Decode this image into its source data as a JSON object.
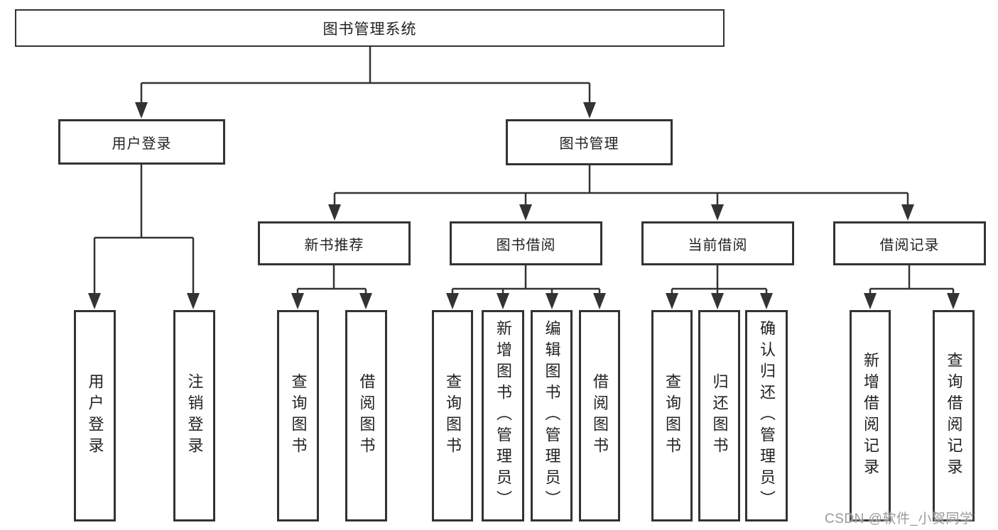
{
  "diagram": {
    "type": "hierarchy-tree",
    "colors": {
      "line": "#333333",
      "text": "#222222",
      "background": "#ffffff",
      "watermark": "#9a9a9a"
    },
    "nodes": {
      "root": {
        "label": "图书管理系统"
      },
      "level2": [
        {
          "label": "用户登录"
        },
        {
          "label": "图书管理"
        }
      ],
      "level3": [
        {
          "label": "新书推荐"
        },
        {
          "label": "图书借阅"
        },
        {
          "label": "当前借阅"
        },
        {
          "label": "借阅记录"
        }
      ],
      "leaves": [
        {
          "label": "用户登录"
        },
        {
          "label": "注销登录"
        },
        {
          "label": "查询图书"
        },
        {
          "label": "借阅图书"
        },
        {
          "label": "查询图书"
        },
        {
          "label": "新增图书（管理员）"
        },
        {
          "label": "编辑图书（管理员）"
        },
        {
          "label": "借阅图书"
        },
        {
          "label": "查询图书"
        },
        {
          "label": "归还图书"
        },
        {
          "label": "确认归还（管理员）"
        },
        {
          "label": "新增借阅记录"
        },
        {
          "label": "查询借阅记录"
        }
      ]
    },
    "watermark": "CSDN @软件_小贺同学"
  }
}
